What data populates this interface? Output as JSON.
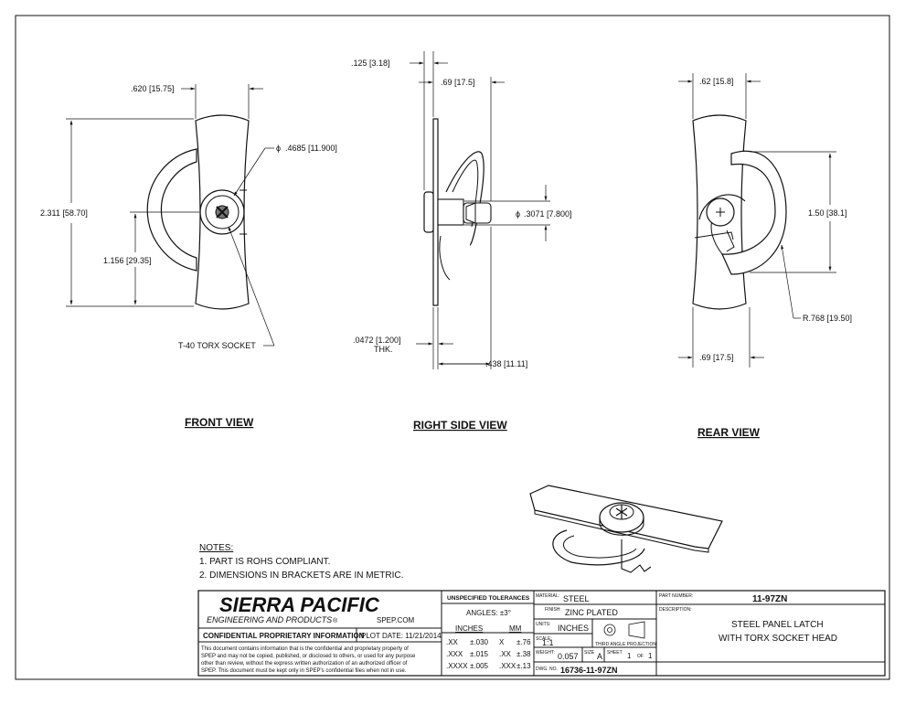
{
  "views": {
    "front": "FRONT VIEW",
    "side": "RIGHT SIDE VIEW",
    "rear": "REAR VIEW"
  },
  "dims": {
    "front_width": ".620 [15.75]",
    "front_dia": ".4685 [11.900]",
    "front_height": "2.311 [58.70]",
    "front_half": "1.156 [29.35]",
    "front_torx": "T-40 TORX SOCKET",
    "side_top": ".125 [3.18]",
    "side_069": ".69 [17.5]",
    "side_dia": ".3071 [7.800]",
    "side_thk": ".0472 [1.200]",
    "side_thk_label": "THK.",
    "side_438": ".438 [11.11]",
    "rear_top": ".62 [15.8]",
    "rear_150": "1.50 [38.1]",
    "rear_radius": "R.768 [19.50]",
    "rear_bottom": ".69 [17.5]",
    "diameter_symbol": "ϕ"
  },
  "notes": {
    "heading": "NOTES:",
    "items": [
      "1.  PART IS ROHS COMPLIANT.",
      "2.  DIMENSIONS IN BRACKETS ARE IN METRIC."
    ]
  },
  "title_block": {
    "company": "SIERRA PACIFIC",
    "subtitle": "ENGINEERING AND PRODUCTS",
    "registered": "®",
    "website": "SPEP.COM",
    "confidential": "CONFIDENTIAL PROPRIETARY INFORMATION",
    "plot_date": "PLOT DATE: 11/21/2014",
    "disclaimer": [
      "This document contains information that is the confidential and proprietary property of",
      "SPEP and may not be copied, published, or disclosed to others, or used for any purpose",
      "other than review, without the express written authorization of an authorized officer of",
      "SPEP. This document must be kept only in SPEP's confidential files when not in use."
    ],
    "tolerances": {
      "heading": "UNSPECIFIED TOLERANCES",
      "angles": "ANGLES: ±3°",
      "inches_head": "INCHES",
      "mm_head": "MM",
      "rows": [
        {
          "a": ".XX",
          "b": "±.030",
          "c": "X",
          "d": "±.76"
        },
        {
          "a": ".XXX",
          "b": "±.015",
          "c": ".XX",
          "d": "±.38"
        },
        {
          "a": ".XXXX",
          "b": "±.005",
          "c": ".XXX",
          "d": "±.13"
        }
      ]
    },
    "material_label": "MATERIAL:",
    "material": "STEEL",
    "finish_label": "FINISH:",
    "finish": "ZINC PLATED",
    "units_label": "UNITS:",
    "units": "INCHES",
    "scale_label": "SCALE:",
    "scale": "1:1",
    "projection": "THIRD ANGLE PROJECTION",
    "weight_label": "WEIGHT:",
    "weight": "0.057",
    "size_label": "SIZE",
    "size": "A",
    "sheet_label": "SHEET",
    "sheet": "1",
    "of_label": "OF",
    "of": "1",
    "dwg_label": "DWG. NO.",
    "dwg": "16736-11-97ZN",
    "part_label": "PART NUMBER:",
    "part": "11-97ZN",
    "desc_label": "DESCRIPTION:",
    "desc_1": "STEEL PANEL LATCH",
    "desc_2": "WITH TORX SOCKET HEAD"
  }
}
